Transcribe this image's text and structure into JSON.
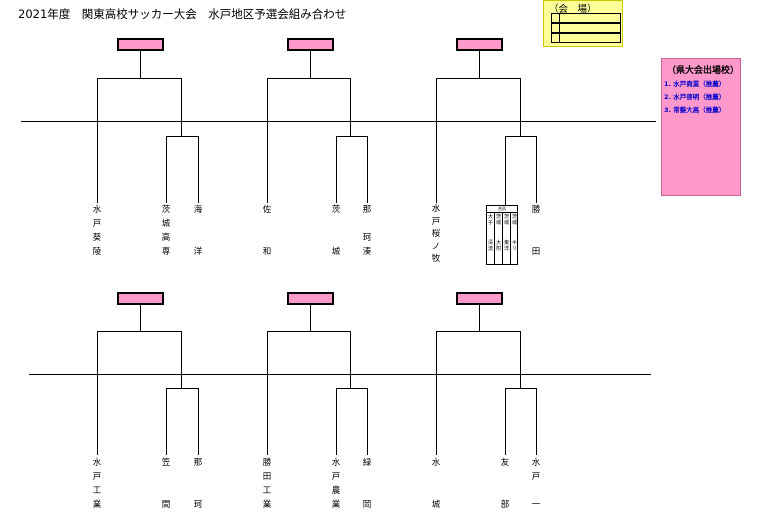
{
  "header": {
    "title": "2021年度　関東高校サッカー大会　水戸地区予選会組み合わせ"
  },
  "venue": {
    "label": "（会　場）"
  },
  "qualifiers": {
    "title": "（県大会出場校）",
    "items": [
      "1. 水戸商業（推薦）",
      "2. 水戸啓明（推薦）",
      "3. 常磐大高（推薦）"
    ]
  },
  "teams_top": [
    [
      "水",
      "戸",
      "葵",
      "陵"
    ],
    [
      "茨",
      "城",
      "高",
      "専"
    ],
    [
      "海",
      "洋"
    ],
    [
      "佐",
      "和"
    ],
    [
      "茨",
      "城"
    ],
    [
      "那",
      "珂",
      "湊"
    ],
    [
      "水",
      "戸",
      "桜",
      "ノ",
      "牧"
    ],
    [
      "勝",
      "田"
    ]
  ],
  "combined_team": {
    "header": "合同",
    "columns": [
      [
        "大",
        "子",
        "清",
        "流"
      ],
      [
        "茨",
        "城",
        "大",
        "附"
      ],
      [
        "茨",
        "城",
        "東",
        "洋"
      ],
      [
        "茨",
        "城",
        "キ",
        "リ"
      ]
    ]
  },
  "teams_bottom": [
    [
      "水",
      "戸",
      "工",
      "業"
    ],
    [
      "笠",
      "間"
    ],
    [
      "那",
      "珂"
    ],
    [
      "勝",
      "田",
      "工",
      "業"
    ],
    [
      "水",
      "戸",
      "農",
      "業"
    ],
    [
      "緑",
      "岡"
    ],
    [
      "水",
      "城"
    ],
    [
      "友",
      "部"
    ],
    [
      "水",
      "戸",
      "一"
    ]
  ]
}
